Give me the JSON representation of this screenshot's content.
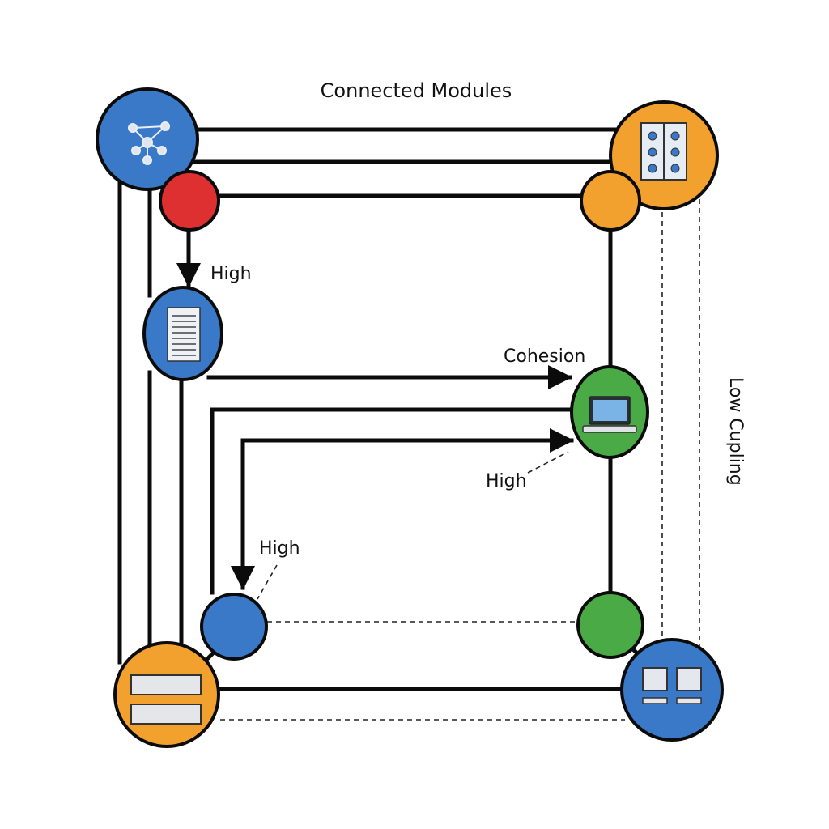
{
  "diagram": {
    "title": "Connected Modules",
    "labels": {
      "high_top": "High",
      "cohesion": "Cohesion",
      "high_mid": "High",
      "high_bottom": "High",
      "low_coupling": "Low Cupling"
    }
  },
  "colors": {
    "blue": "#3a78c8",
    "orange": "#f2a12e",
    "red": "#de3030",
    "green": "#4aab46",
    "line": "#0b0b0b"
  },
  "icons": {
    "top_left": "network-graph-icon",
    "top_right": "server-rack-icon",
    "document": "document-icon",
    "laptop": "laptop-icon",
    "bottom_left": "storage-bars-icon",
    "bottom_right": "windows-grid-icon"
  }
}
